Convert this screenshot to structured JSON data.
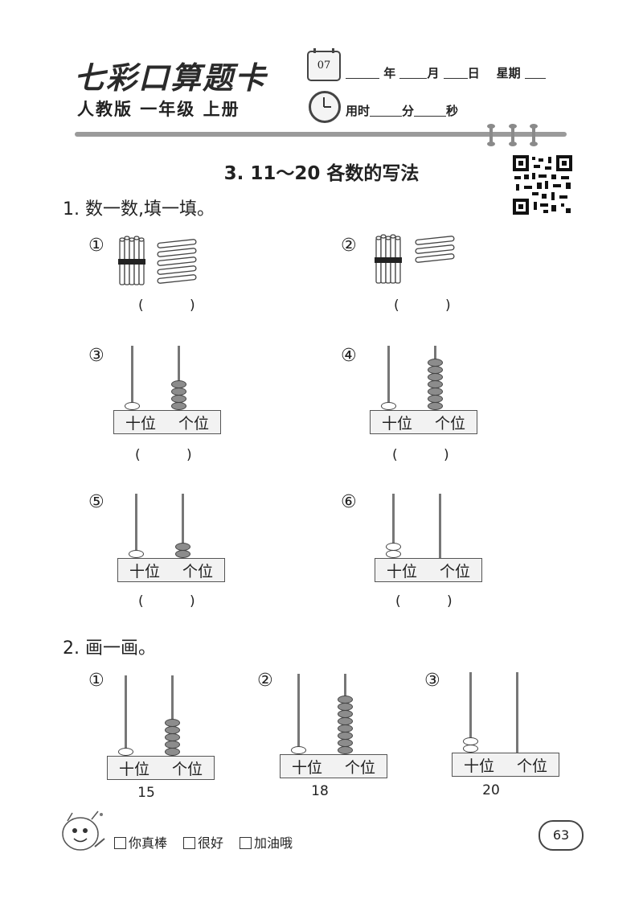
{
  "header": {
    "brand": "七彩口算题卡",
    "edition": "人教版 一年级 上册",
    "calendar_day": "07",
    "date_year": "年",
    "date_month": "月",
    "date_day": "日",
    "date_week": "星期",
    "time_used": "用时",
    "time_min": "分",
    "time_sec": "秒"
  },
  "lesson_title": "3. 11～20 各数的写法",
  "section1": {
    "title": "1. 数一数,填一填。",
    "items": [
      {
        "num": "①",
        "paren": "( )",
        "bundle": 10,
        "loose_sticks": 5
      },
      {
        "num": "②",
        "paren": "( )",
        "bundle": 10,
        "loose_sticks": 3
      },
      {
        "num": "③",
        "paren": "( )",
        "tens": 1,
        "ones": 4
      },
      {
        "num": "④",
        "paren": "( )",
        "tens": 1,
        "ones": 7
      },
      {
        "num": "⑤",
        "paren": "( )",
        "tens": 1,
        "ones": 2
      },
      {
        "num": "⑥",
        "paren": "( )",
        "tens": 2,
        "ones": 0
      }
    ]
  },
  "section2": {
    "title": "2. 画一画。",
    "items": [
      {
        "num": "①",
        "value": "15",
        "tens": 1,
        "ones": 5
      },
      {
        "num": "②",
        "value": "18",
        "tens": 1,
        "ones": 8
      },
      {
        "num": "③",
        "value": "20",
        "tens": 2,
        "ones": 0
      }
    ]
  },
  "abacus_labels": {
    "tens": "十位",
    "ones": "个位"
  },
  "feedback": [
    "你真棒",
    "很好",
    "加油哦"
  ],
  "page_number": "63"
}
